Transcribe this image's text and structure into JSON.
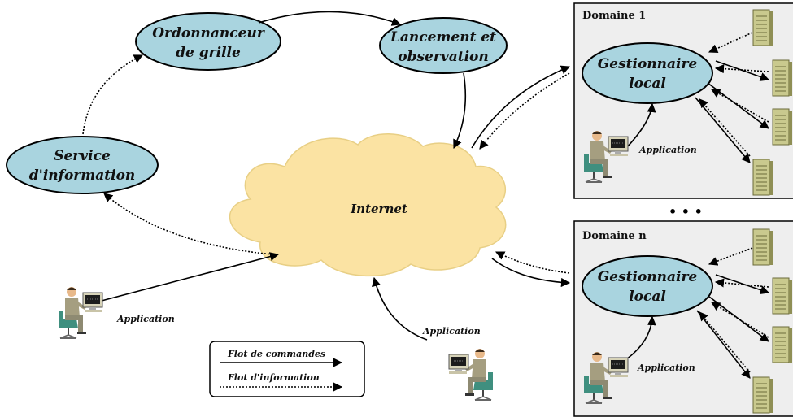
{
  "nodes": {
    "ordonnanceur": [
      "Ordonnanceur",
      "de grille"
    ],
    "lancement": [
      "Lancement et",
      "observation"
    ],
    "service": [
      "Service",
      "d'information"
    ],
    "internet": "Internet",
    "gestionnaire1": [
      "Gestionnaire",
      "local"
    ],
    "gestionnaireN": [
      "Gestionnaire",
      "local"
    ]
  },
  "domains": {
    "domain1_title": "Domaine 1",
    "domainN_title": "Domaine n",
    "ellipsis": "• • •"
  },
  "users": {
    "app_left": "Application",
    "app_bottom": "Application",
    "app_domain1": "Application",
    "app_domainN": "Application"
  },
  "legend": {
    "commands": "Flot de commandes",
    "information": "Flot d'information"
  },
  "colors": {
    "ellipse_fill": "#a9d4df",
    "cloud_fill": "#fbe3a3",
    "domain_fill": "#eeeeee",
    "server_fill": "#c9c98e"
  }
}
